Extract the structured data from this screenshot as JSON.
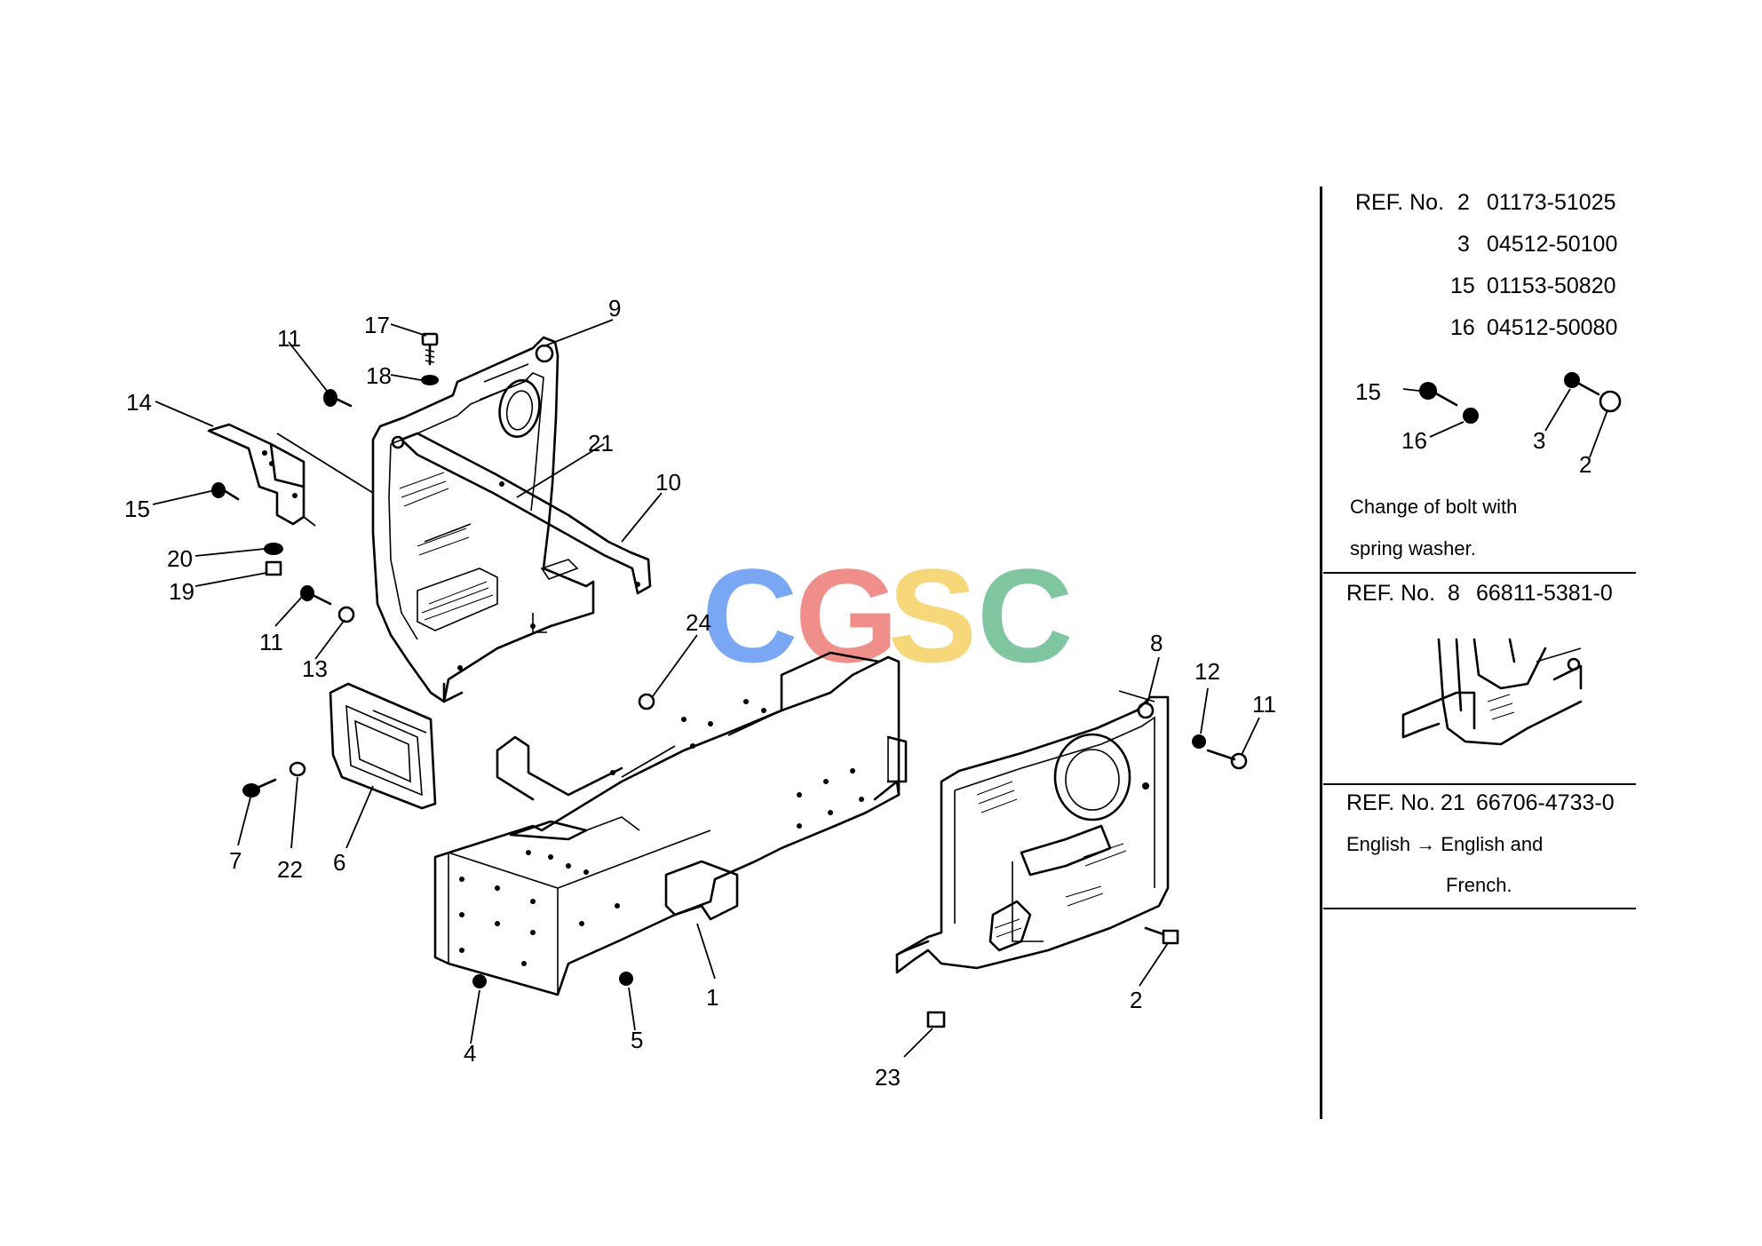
{
  "callouts": [
    "1",
    "2",
    "4",
    "5",
    "6",
    "7",
    "8",
    "9",
    "10",
    "11",
    "11",
    "11",
    "12",
    "13",
    "14",
    "15",
    "17",
    "18",
    "19",
    "20",
    "21",
    "22",
    "23",
    "24",
    "2"
  ],
  "watermark": {
    "letters": [
      "C",
      "G",
      "S",
      "C"
    ],
    "colors": [
      "#7aa7f3",
      "#f08f8a",
      "#f6d77a",
      "#7fc6a0"
    ]
  },
  "ref_panel": {
    "ref2": {
      "label": "REF. No.",
      "ref": "2",
      "part": "01173-51025"
    },
    "ref3": {
      "ref": "3",
      "part": "04512-50100"
    },
    "ref15": {
      "ref": "15",
      "part": "01153-50820"
    },
    "ref16": {
      "ref": "16",
      "part": "04512-50080"
    },
    "mini_callouts": {
      "a": "15",
      "b": "16",
      "c": "3",
      "d": "2"
    },
    "note_line1": "Change of bolt with",
    "note_line2": "spring washer.",
    "ref8": {
      "label": "REF. No.",
      "ref": "8",
      "part": "66811-5381-0"
    },
    "ref21": {
      "label": "REF. No.",
      "ref": "21",
      "part": "66706-4733-0"
    },
    "ref21_note_line1": "English → English and",
    "ref21_note_line2": "French."
  }
}
